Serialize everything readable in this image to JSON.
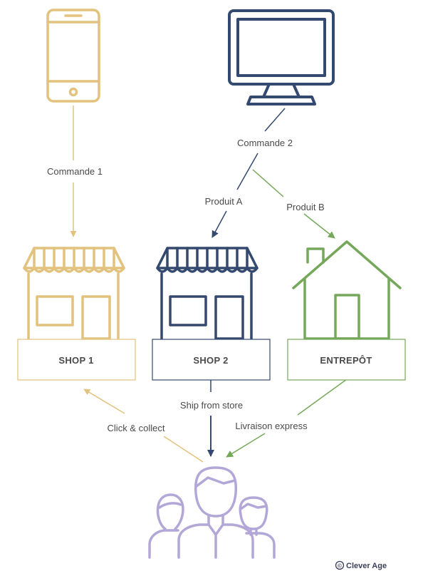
{
  "colors": {
    "yellow": "#e2c27c",
    "navy": "#34496f",
    "green": "#75a85a",
    "purple": "#b3a7d8",
    "text": "#4a4a4a"
  },
  "icons": {
    "phone": "smartphone-icon",
    "computer": "desktop-monitor-icon",
    "shop1": "storefront-icon",
    "shop2": "storefront-icon",
    "warehouse": "house-icon",
    "customers": "people-group-icon"
  },
  "labels": {
    "commande1": "Commande 1",
    "commande2": "Commande 2",
    "produitA": "Produit A",
    "produitB": "Produit B",
    "shipFromStore": "Ship from store",
    "clickCollect": "Click & collect",
    "livraisonExpress": "Livraison express"
  },
  "boxes": {
    "shop1": "SHOP 1",
    "shop2": "SHOP 2",
    "entrepot": "ENTREPÔT"
  },
  "credit": {
    "symbol": "©",
    "text": "Clever Age"
  }
}
